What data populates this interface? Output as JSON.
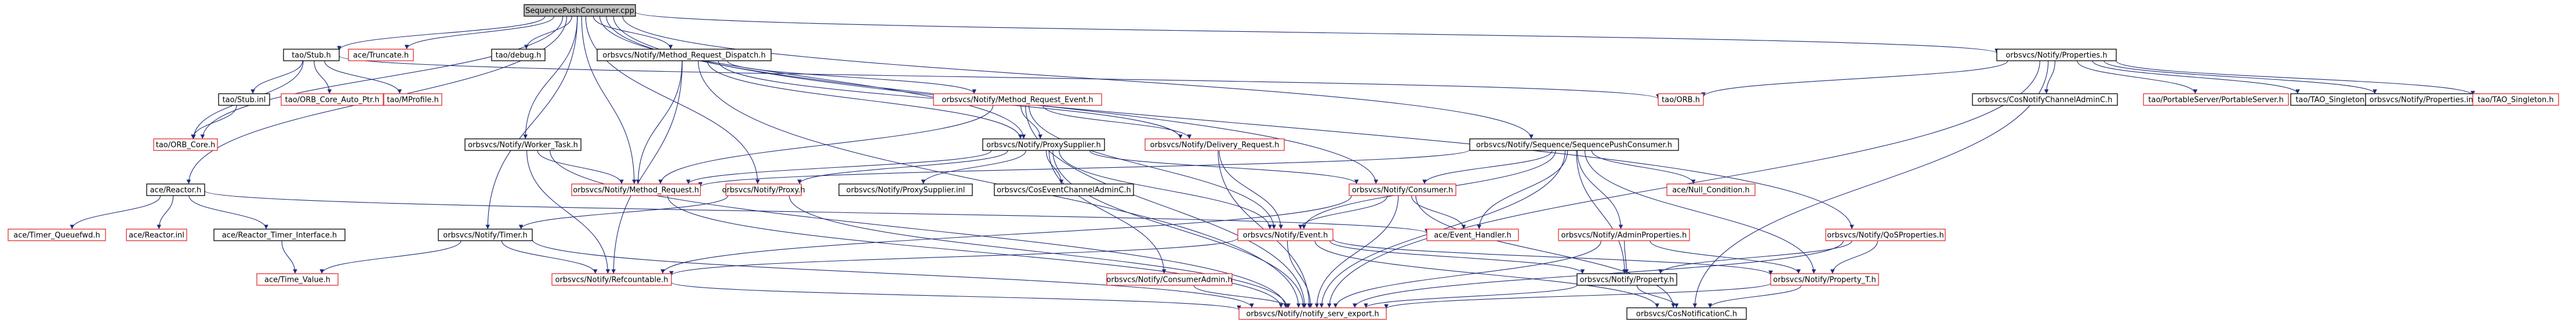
{
  "colors": {
    "edge": "#1b2b7a",
    "node_border_normal": "#000000",
    "node_border_missing": "#e03030",
    "root_fill": "#c0c0c0",
    "node_fill": "#ffffff",
    "text": "#000000"
  },
  "nodes": [
    {
      "id": "root",
      "label": "SequencePushConsumer.cpp",
      "kind": "root"
    },
    {
      "id": "tao_stub_h",
      "label": "tao/Stub.h",
      "kind": "normal"
    },
    {
      "id": "ace_truncate",
      "label": "ace/Truncate.h",
      "kind": "missing"
    },
    {
      "id": "tao_debug",
      "label": "tao/debug.h",
      "kind": "normal"
    },
    {
      "id": "mrd_h",
      "label": "orbsvcs/Notify/Method_Request_Dispatch.h",
      "kind": "normal"
    },
    {
      "id": "props_h",
      "label": "orbsvcs/Notify/Properties.h",
      "kind": "normal"
    },
    {
      "id": "tao_stub_inl",
      "label": "tao/Stub.inl",
      "kind": "normal"
    },
    {
      "id": "orb_core_auto",
      "label": "tao/ORB_Core_Auto_Ptr.h",
      "kind": "missing"
    },
    {
      "id": "mprofile",
      "label": "tao/MProfile.h",
      "kind": "missing"
    },
    {
      "id": "mre_h",
      "label": "orbsvcs/Notify/Method_Request_Event.h",
      "kind": "missing"
    },
    {
      "id": "tao_orb",
      "label": "tao/ORB.h",
      "kind": "missing"
    },
    {
      "id": "cos_nca",
      "label": "orbsvcs/CosNotifyChannelAdminC.h",
      "kind": "normal"
    },
    {
      "id": "portable_server",
      "label": "tao/PortableServer/PortableServer.h",
      "kind": "missing"
    },
    {
      "id": "tao_singleton_h",
      "label": "tao/TAO_Singleton.h",
      "kind": "normal"
    },
    {
      "id": "props_inl",
      "label": "orbsvcs/Notify/Properties.inl",
      "kind": "normal"
    },
    {
      "id": "tao_singleton_missing",
      "label": "tao/TAO_Singleton.h",
      "kind": "missing"
    },
    {
      "id": "orb_core",
      "label": "tao/ORB_Core.h",
      "kind": "missing"
    },
    {
      "id": "worker_task",
      "label": "orbsvcs/Notify/Worker_Task.h",
      "kind": "normal"
    },
    {
      "id": "proxy_supplier",
      "label": "orbsvcs/Notify/ProxySupplier.h",
      "kind": "normal"
    },
    {
      "id": "delivery_req",
      "label": "orbsvcs/Notify/Delivery_Request.h",
      "kind": "missing"
    },
    {
      "id": "spc_h",
      "label": "orbsvcs/Notify/Sequence/SequencePushConsumer.h",
      "kind": "normal"
    },
    {
      "id": "ace_reactor",
      "label": "ace/Reactor.h",
      "kind": "normal"
    },
    {
      "id": "method_request",
      "label": "orbsvcs/Notify/Method_Request.h",
      "kind": "missing"
    },
    {
      "id": "proxy_h",
      "label": "orbsvcs/Notify/Proxy.h",
      "kind": "missing"
    },
    {
      "id": "proxy_supplier_inl",
      "label": "orbsvcs/Notify/ProxySupplier.inl",
      "kind": "normal"
    },
    {
      "id": "cos_eca",
      "label": "orbsvcs/CosEventChannelAdminC.h",
      "kind": "normal"
    },
    {
      "id": "consumer_h",
      "label": "orbsvcs/Notify/Consumer.h",
      "kind": "missing"
    },
    {
      "id": "null_condition",
      "label": "ace/Null_Condition.h",
      "kind": "missing"
    },
    {
      "id": "timer_queuefwd",
      "label": "ace/Timer_Queuefwd.h",
      "kind": "missing"
    },
    {
      "id": "reactor_inl",
      "label": "ace/Reactor.inl",
      "kind": "missing"
    },
    {
      "id": "reactor_timer",
      "label": "ace/Reactor_Timer_Interface.h",
      "kind": "normal"
    },
    {
      "id": "notify_timer",
      "label": "orbsvcs/Notify/Timer.h",
      "kind": "normal"
    },
    {
      "id": "event_h",
      "label": "orbsvcs/Notify/Event.h",
      "kind": "missing"
    },
    {
      "id": "event_handler",
      "label": "ace/Event_Handler.h",
      "kind": "missing"
    },
    {
      "id": "admin_props",
      "label": "orbsvcs/Notify/AdminProperties.h",
      "kind": "missing"
    },
    {
      "id": "qos_props",
      "label": "orbsvcs/Notify/QoSProperties.h",
      "kind": "missing"
    },
    {
      "id": "time_value",
      "label": "ace/Time_Value.h",
      "kind": "missing"
    },
    {
      "id": "refcountable",
      "label": "orbsvcs/Notify/Refcountable.h",
      "kind": "missing"
    },
    {
      "id": "consumer_admin",
      "label": "orbsvcs/Notify/ConsumerAdmin.h",
      "kind": "missing"
    },
    {
      "id": "property_h",
      "label": "orbsvcs/Notify/Property.h",
      "kind": "normal"
    },
    {
      "id": "property_t",
      "label": "orbsvcs/Notify/Property_T.h",
      "kind": "missing"
    },
    {
      "id": "serv_export",
      "label": "orbsvcs/Notify/notify_serv_export.h",
      "kind": "missing"
    },
    {
      "id": "cos_notification",
      "label": "orbsvcs/CosNotificationC.h",
      "kind": "normal"
    }
  ],
  "edges": [
    [
      "root",
      "tao_stub_h"
    ],
    [
      "root",
      "ace_truncate"
    ],
    [
      "root",
      "tao_debug"
    ],
    [
      "root",
      "mrd_h"
    ],
    [
      "root",
      "props_h"
    ],
    [
      "root",
      "worker_task"
    ],
    [
      "root",
      "proxy_supplier"
    ],
    [
      "root",
      "spc_h"
    ],
    [
      "root",
      "ace_reactor"
    ],
    [
      "root",
      "consumer_h"
    ],
    [
      "root",
      "method_request"
    ],
    [
      "root",
      "proxy_h"
    ],
    [
      "root",
      "qos_props"
    ],
    [
      "root",
      "orb_core"
    ],
    [
      "root",
      "notify_timer"
    ],
    [
      "tao_stub_h",
      "tao_stub_inl"
    ],
    [
      "tao_stub_h",
      "orb_core_auto"
    ],
    [
      "tao_stub_h",
      "mprofile"
    ],
    [
      "tao_stub_h",
      "orb_core"
    ],
    [
      "tao_stub_h",
      "tao_orb"
    ],
    [
      "mrd_h",
      "mre_h"
    ],
    [
      "mrd_h",
      "proxy_supplier"
    ],
    [
      "mrd_h",
      "delivery_req"
    ],
    [
      "mrd_h",
      "method_request"
    ],
    [
      "mrd_h",
      "refcountable"
    ],
    [
      "mrd_h",
      "serv_export"
    ],
    [
      "mre_h",
      "proxy_supplier"
    ],
    [
      "mre_h",
      "delivery_req"
    ],
    [
      "mre_h",
      "method_request"
    ],
    [
      "mre_h",
      "event_h"
    ],
    [
      "mre_h",
      "serv_export"
    ],
    [
      "props_h",
      "tao_orb"
    ],
    [
      "props_h",
      "cos_nca"
    ],
    [
      "props_h",
      "portable_server"
    ],
    [
      "props_h",
      "tao_singleton_h"
    ],
    [
      "props_h",
      "props_inl"
    ],
    [
      "props_h",
      "tao_singleton_missing"
    ],
    [
      "props_h",
      "serv_export"
    ],
    [
      "props_h",
      "cos_notification"
    ],
    [
      "tao_stub_inl",
      "orb_core"
    ],
    [
      "worker_task",
      "method_request"
    ],
    [
      "worker_task",
      "refcountable"
    ],
    [
      "worker_task",
      "serv_export"
    ],
    [
      "proxy_supplier",
      "proxy_h"
    ],
    [
      "proxy_supplier",
      "proxy_supplier_inl"
    ],
    [
      "proxy_supplier",
      "cos_eca"
    ],
    [
      "proxy_supplier",
      "consumer_h"
    ],
    [
      "proxy_supplier",
      "event_h"
    ],
    [
      "proxy_supplier",
      "consumer_admin"
    ],
    [
      "proxy_supplier",
      "serv_export"
    ],
    [
      "proxy_supplier",
      "method_request"
    ],
    [
      "delivery_req",
      "event_h"
    ],
    [
      "delivery_req",
      "serv_export"
    ],
    [
      "spc_h",
      "consumer_h"
    ],
    [
      "spc_h",
      "null_condition"
    ],
    [
      "spc_h",
      "event_h"
    ],
    [
      "spc_h",
      "admin_props"
    ],
    [
      "spc_h",
      "event_handler"
    ],
    [
      "spc_h",
      "property_h"
    ],
    [
      "spc_h",
      "property_t"
    ],
    [
      "spc_h",
      "serv_export"
    ],
    [
      "spc_h",
      "method_request"
    ],
    [
      "ace_reactor",
      "timer_queuefwd"
    ],
    [
      "ace_reactor",
      "reactor_inl"
    ],
    [
      "ace_reactor",
      "reactor_timer"
    ],
    [
      "ace_reactor",
      "event_handler"
    ],
    [
      "method_request",
      "serv_export"
    ],
    [
      "proxy_h",
      "notify_timer"
    ],
    [
      "proxy_h",
      "serv_export"
    ],
    [
      "consumer_h",
      "event_h"
    ],
    [
      "consumer_h",
      "event_handler"
    ],
    [
      "consumer_h",
      "serv_export"
    ],
    [
      "consumer_h",
      "refcountable"
    ],
    [
      "consumer_h",
      "cos_notification"
    ],
    [
      "reactor_timer",
      "time_value"
    ],
    [
      "notify_timer",
      "refcountable"
    ],
    [
      "notify_timer",
      "time_value"
    ],
    [
      "notify_timer",
      "serv_export"
    ],
    [
      "event_h",
      "refcountable"
    ],
    [
      "event_h",
      "property_h"
    ],
    [
      "event_h",
      "property_t"
    ],
    [
      "event_h",
      "serv_export"
    ],
    [
      "event_h",
      "cos_notification"
    ],
    [
      "admin_props",
      "property_h"
    ],
    [
      "admin_props",
      "property_t"
    ],
    [
      "admin_props",
      "serv_export"
    ],
    [
      "qos_props",
      "property_h"
    ],
    [
      "qos_props",
      "property_t"
    ],
    [
      "qos_props",
      "serv_export"
    ],
    [
      "refcountable",
      "serv_export"
    ],
    [
      "consumer_admin",
      "serv_export"
    ],
    [
      "property_h",
      "serv_export"
    ],
    [
      "property_h",
      "cos_notification"
    ],
    [
      "property_t",
      "serv_export"
    ],
    [
      "property_t",
      "cos_notification"
    ]
  ]
}
